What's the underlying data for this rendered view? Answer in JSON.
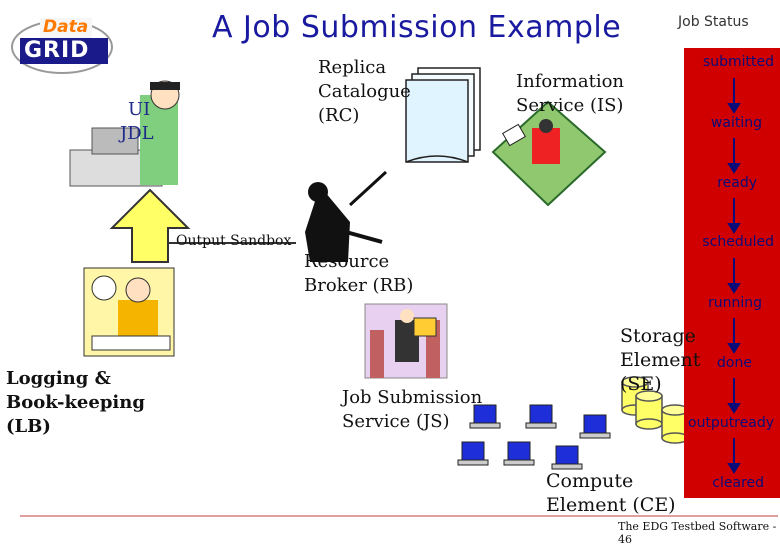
{
  "title": "A Job Submission Example",
  "logo": {
    "top": "Data",
    "bottom": "GRID"
  },
  "job_status": {
    "heading": "Job Status",
    "states": [
      "submitted",
      "waiting",
      "ready",
      "scheduled",
      "running",
      "done",
      "outputready",
      "cleared"
    ]
  },
  "components": {
    "ui": "UI",
    "jdl": "JDL",
    "rc": [
      "Replica",
      "Catalogue",
      "(RC)"
    ],
    "is": [
      "Information",
      "Service (IS)"
    ],
    "output_sandbox": "Output Sandbox",
    "rb": [
      "Resource",
      "Broker (RB)"
    ],
    "lb": [
      "Logging &",
      "Book-keeping",
      "(LB)"
    ],
    "js": [
      "Job Submission",
      "Service (JS)"
    ],
    "se": [
      "Storage",
      "Element",
      "(SE)"
    ],
    "ce": [
      "Compute",
      "Element (CE)"
    ]
  },
  "footer": "The EDG Testbed Software - 46",
  "colors": {
    "title": "#1a1aa0",
    "status_bar": "#d00000",
    "status_text": "#0b0b7a",
    "arrow_fill": "#ffff66",
    "footer_rule": "#c04040"
  }
}
